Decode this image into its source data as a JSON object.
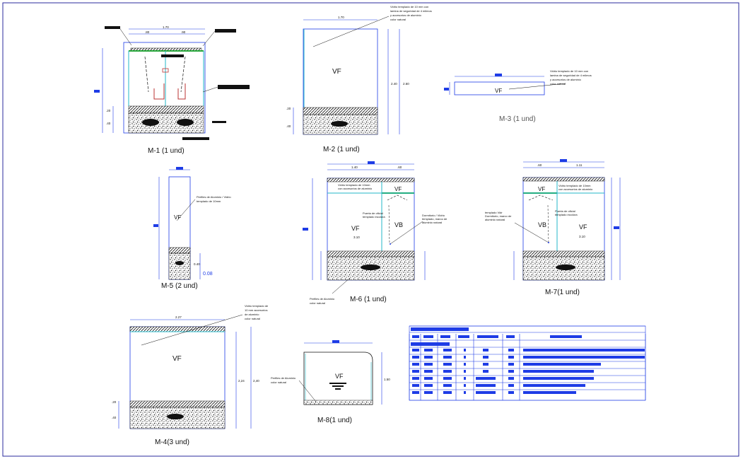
{
  "colors": {
    "frame": "#2b2b9c",
    "dimension": "#1e3ce6",
    "glass": "#23b7c9",
    "hatch": "#111111",
    "green": "#26a63a"
  },
  "drawings": {
    "m1": {
      "title": "M-1 (1 und)"
    },
    "m2": {
      "title": "M-2 (1 und)",
      "label": "VF"
    },
    "m3": {
      "title": "M-3 (1 und)",
      "label": "VF"
    },
    "m4": {
      "title": "M-4(3 und)",
      "label": "VF",
      "dim_h": "2,24",
      "dim_total": "2,40"
    },
    "m5": {
      "title": "M-5 (2 und)",
      "label": "VF",
      "dim_low": "0.08"
    },
    "m6": {
      "title": "M-6 (1 und)",
      "label_left": "VF",
      "label_mid": "VB",
      "label_top": "VF"
    },
    "m7": {
      "title": "M-7(1 und)",
      "label_left": "VB",
      "label_right": "VF",
      "label_top": "VF"
    },
    "m8": {
      "title": "M-8(1 und)",
      "label": "VF"
    }
  },
  "table": {
    "rows": 10,
    "cols": 8
  }
}
